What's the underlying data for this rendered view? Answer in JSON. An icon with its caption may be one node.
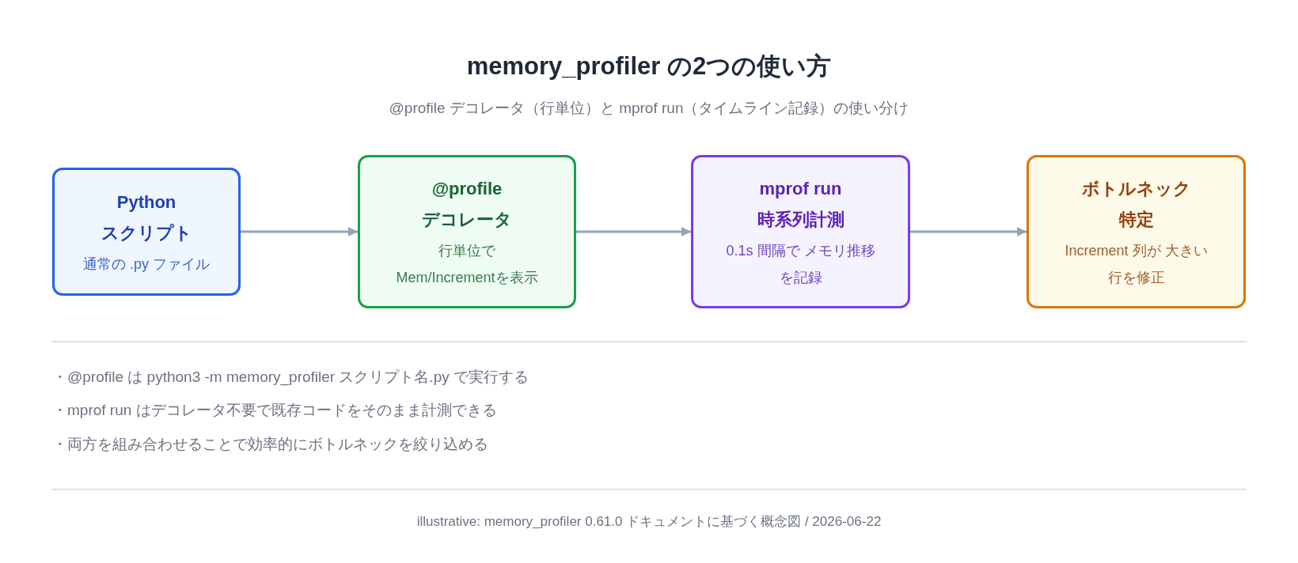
{
  "diagram": {
    "title": "memory_profiler の2つの使い方",
    "nodes": [
      {
        "text": [
          "Python スクリプト",
          "通常の .py ファイル"
        ]
      },
      {
        "text": [
          "@profile デコレータ",
          "行単位で Mem/Incrementを表示"
        ]
      },
      {
        "text": [
          "mprof run 時系列計測",
          "0.1s 間隔で メモリ推移を記録"
        ]
      },
      {
        "text": [
          "ボトルネック特定",
          "Increment 列が 大きい行を修正"
        ]
      }
    ],
    "edges": [
      {
        "from": 0,
        "to": 1,
        "arrow": "to"
      },
      {
        "from": 1,
        "to": 2,
        "arrow": "to"
      },
      {
        "from": 2,
        "to": 3,
        "arrow": "to"
      }
    ],
    "labels": [
      "@profile デコレータ（行単位）と mprof run（タイムライン記録）の使い分け",
      "・@profile は python3 -m memory_profiler スクリプト名.py で実行する",
      "・mprof run はデコレータ不要で既存コードをそのまま計測できる",
      "・両方を組み合わせることで効率的にボトルネックを絞り込める"
    ],
    "caption": "illustrative: memory_profiler 0.61.0 ドキュメントに基づく概念図 / 2026-06-22"
  }
}
